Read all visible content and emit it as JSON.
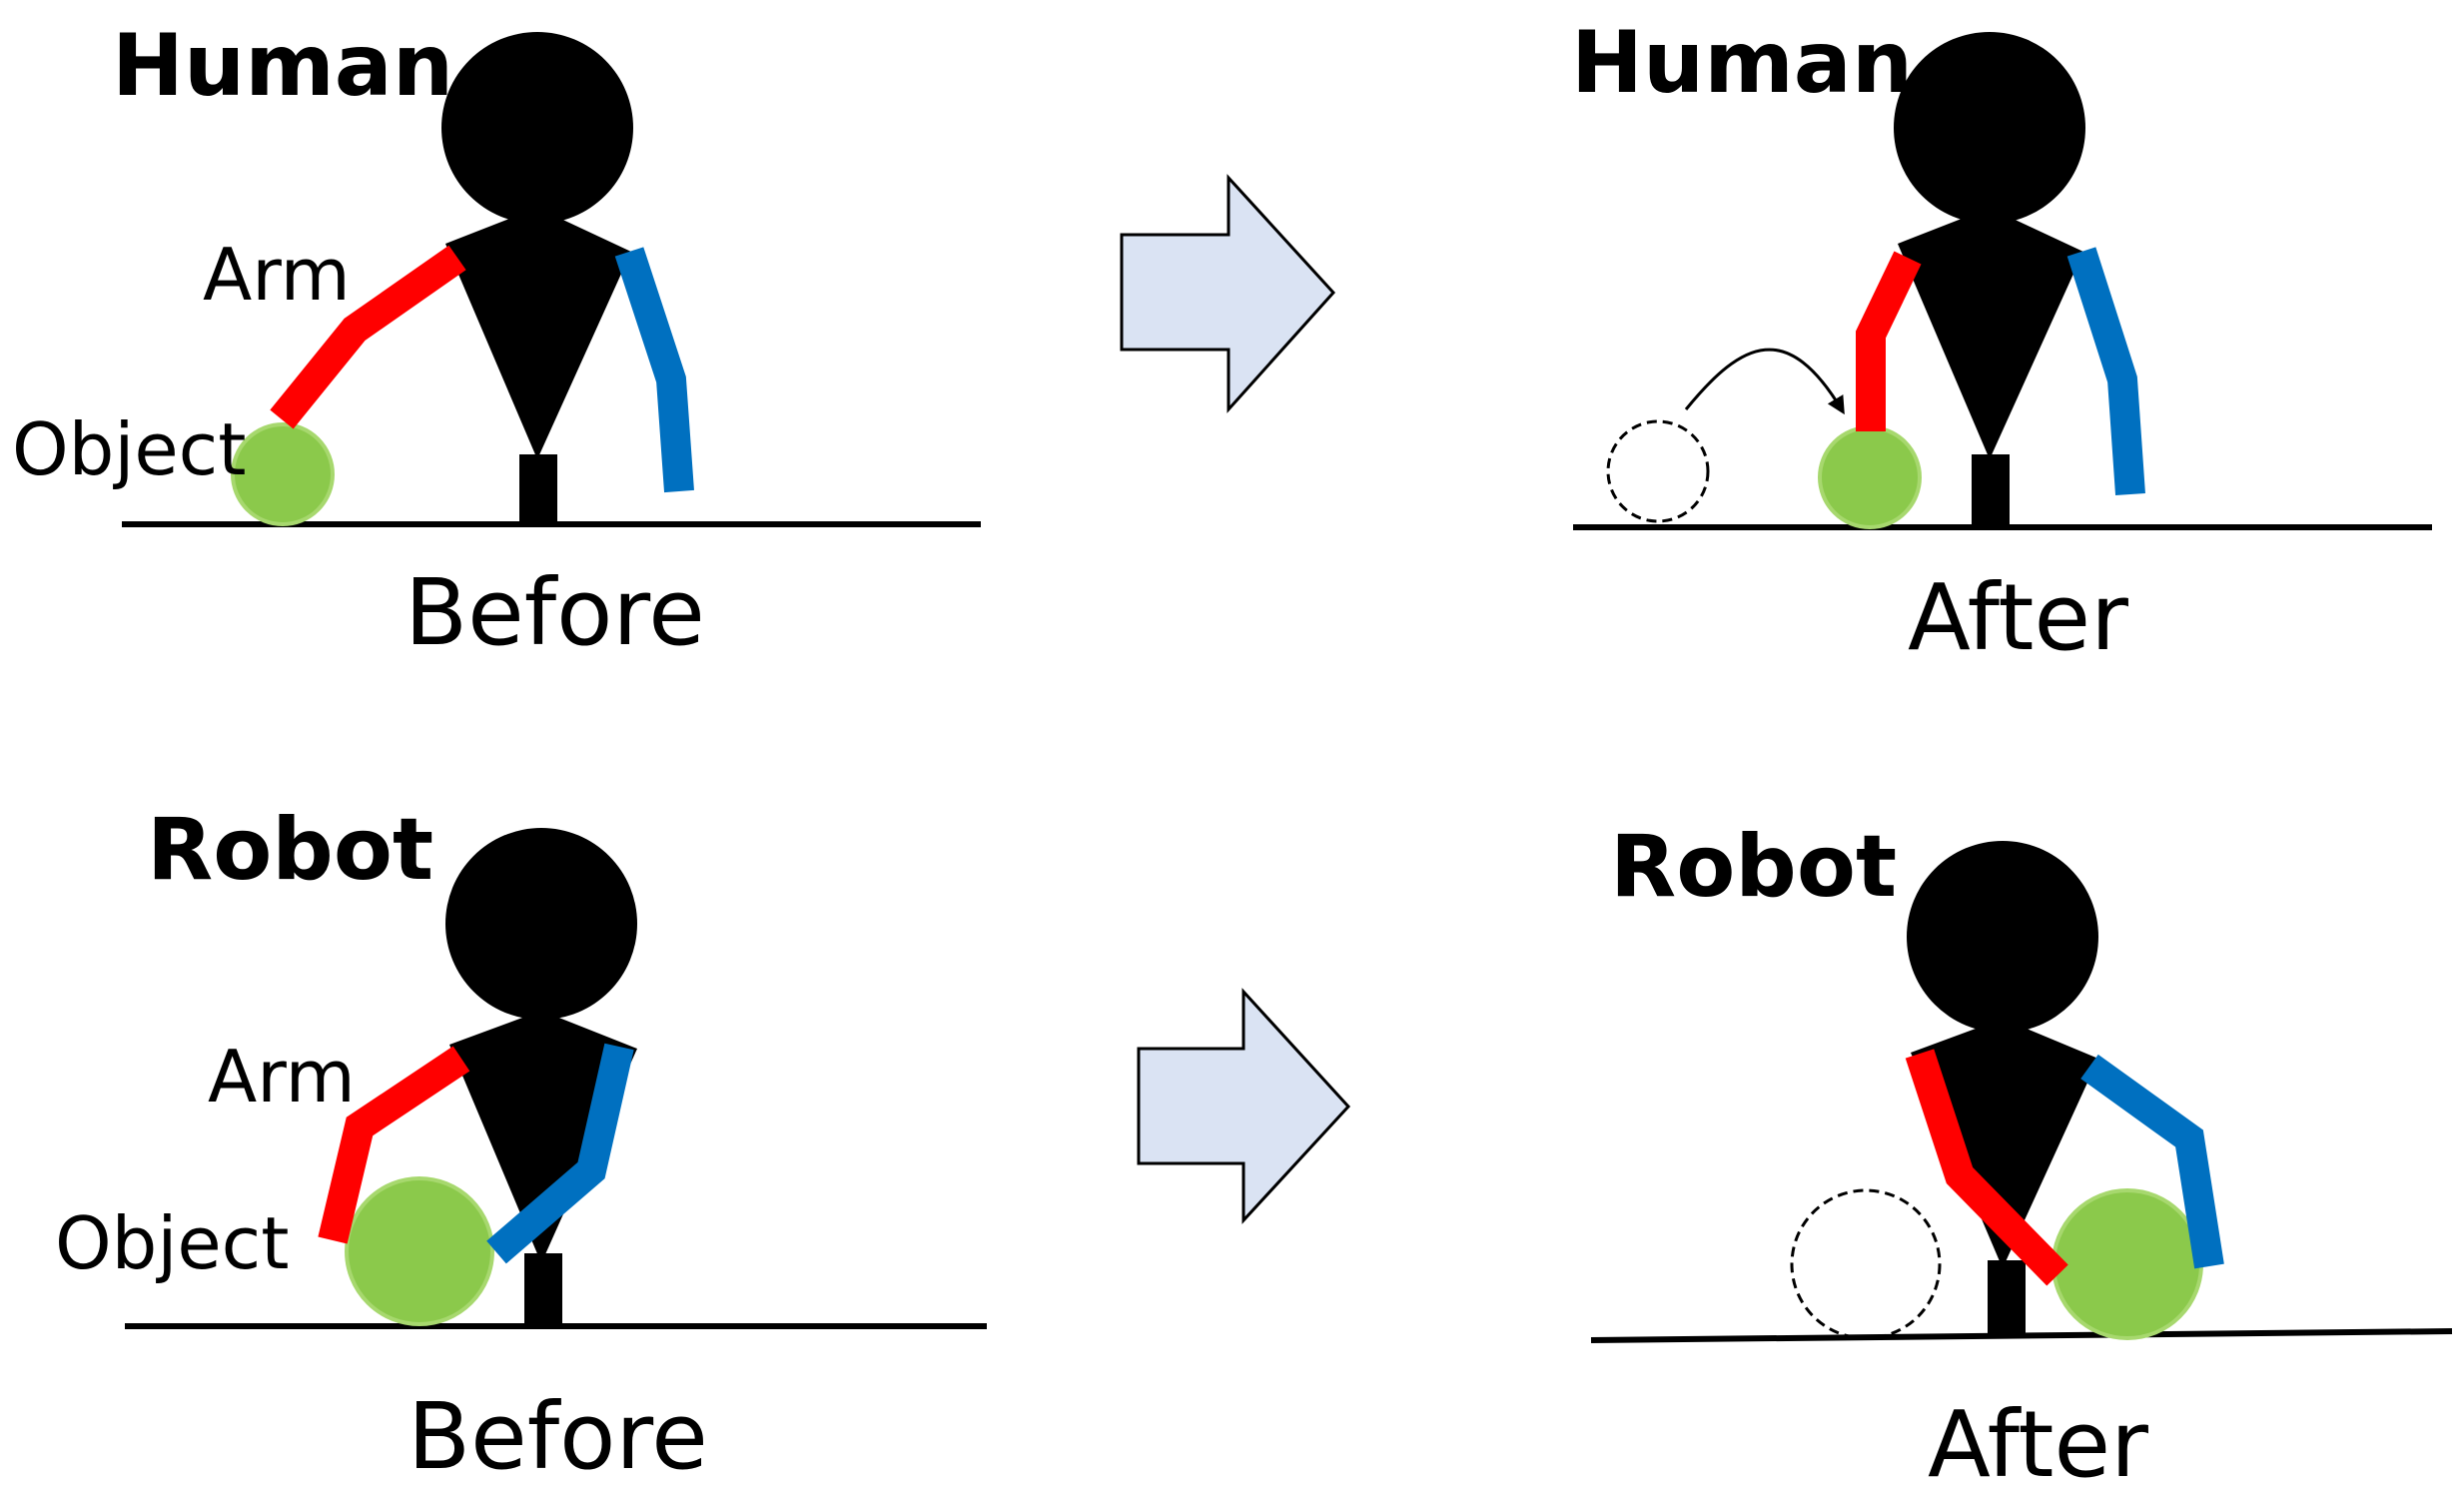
{
  "panels": {
    "human_before": {
      "title": "Human",
      "arm_label": "Arm",
      "object_label": "Object",
      "caption": "Before"
    },
    "human_after": {
      "title": "Human",
      "caption": "After"
    },
    "robot_before": {
      "title": "Robot",
      "arm_label": "Arm",
      "object_label": "Object",
      "caption": "Before"
    },
    "robot_after": {
      "title": "Robot",
      "caption": "After"
    }
  },
  "colors": {
    "body": "#000000",
    "arm_red": "#ff0000",
    "arm_blue": "#0070c0",
    "object_green": "#8bc94b",
    "object_edge": "#a7d86e",
    "arrow_fill": "#dae3f3"
  }
}
